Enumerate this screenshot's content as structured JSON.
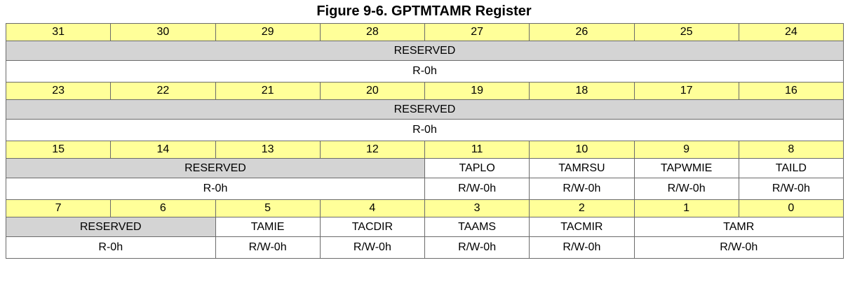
{
  "title": "Figure 9-6. GPTMTAMR Register",
  "rows": [
    {
      "bits": [
        "31",
        "30",
        "29",
        "28",
        "27",
        "26",
        "25",
        "24"
      ],
      "fields": [
        {
          "name": "RESERVED",
          "access": "R-0h",
          "span": 8,
          "reserved": true
        }
      ]
    },
    {
      "bits": [
        "23",
        "22",
        "21",
        "20",
        "19",
        "18",
        "17",
        "16"
      ],
      "fields": [
        {
          "name": "RESERVED",
          "access": "R-0h",
          "span": 8,
          "reserved": true
        }
      ]
    },
    {
      "bits": [
        "15",
        "14",
        "13",
        "12",
        "11",
        "10",
        "9",
        "8"
      ],
      "fields": [
        {
          "name": "RESERVED",
          "access": "R-0h",
          "span": 4,
          "reserved": true
        },
        {
          "name": "TAPLO",
          "access": "R/W-0h",
          "span": 1,
          "reserved": false
        },
        {
          "name": "TAMRSU",
          "access": "R/W-0h",
          "span": 1,
          "reserved": false
        },
        {
          "name": "TAPWMIE",
          "access": "R/W-0h",
          "span": 1,
          "reserved": false
        },
        {
          "name": "TAILD",
          "access": "R/W-0h",
          "span": 1,
          "reserved": false
        }
      ]
    },
    {
      "bits": [
        "7",
        "6",
        "5",
        "4",
        "3",
        "2",
        "1",
        "0"
      ],
      "fields": [
        {
          "name": "RESERVED",
          "access": "R-0h",
          "span": 2,
          "reserved": true
        },
        {
          "name": "TAMIE",
          "access": "R/W-0h",
          "span": 1,
          "reserved": false
        },
        {
          "name": "TACDIR",
          "access": "R/W-0h",
          "span": 1,
          "reserved": false
        },
        {
          "name": "TAAMS",
          "access": "R/W-0h",
          "span": 1,
          "reserved": false
        },
        {
          "name": "TACMIR",
          "access": "R/W-0h",
          "span": 1,
          "reserved": false
        },
        {
          "name": "TAMR",
          "access": "R/W-0h",
          "span": 2,
          "reserved": false
        }
      ]
    }
  ],
  "colors": {
    "bit_header": "#ffff99",
    "reserved_field": "#d4d4d4",
    "field": "#ffffff",
    "border": "#6b6b6b"
  }
}
